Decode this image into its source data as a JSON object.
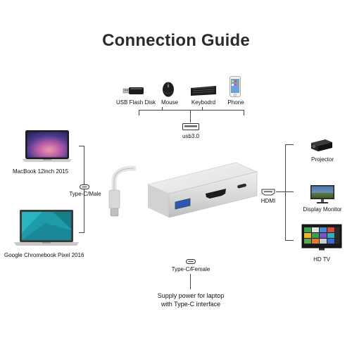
{
  "title": "Connection Guide",
  "top_devices": [
    {
      "label": "USB Flash Disk",
      "icon": "usb-flash-disk-icon"
    },
    {
      "label": "Mouse",
      "icon": "mouse-icon"
    },
    {
      "label": "Keybodrd",
      "icon": "keyboard-icon"
    },
    {
      "label": "Phone",
      "icon": "phone-icon"
    }
  ],
  "usb_port_label": "usb3.0",
  "left_devices": [
    {
      "label": "MacBook 12inch 2015",
      "icon": "macbook-icon"
    },
    {
      "label": "Google Chromebook Pixel 2016",
      "icon": "chromebook-icon"
    }
  ],
  "left_port_label": "Type-C/Male",
  "right_devices": [
    {
      "label": "Projector",
      "icon": "projector-icon"
    },
    {
      "label": "Display Monitor",
      "icon": "monitor-icon"
    },
    {
      "label": "HD TV",
      "icon": "hdtv-icon"
    }
  ],
  "right_port_label": "HDMI",
  "bottom_port_label": "Type-C/Female",
  "bottom_caption_line1": "Supply power for laptop",
  "bottom_caption_line2": "with Type-C interface"
}
